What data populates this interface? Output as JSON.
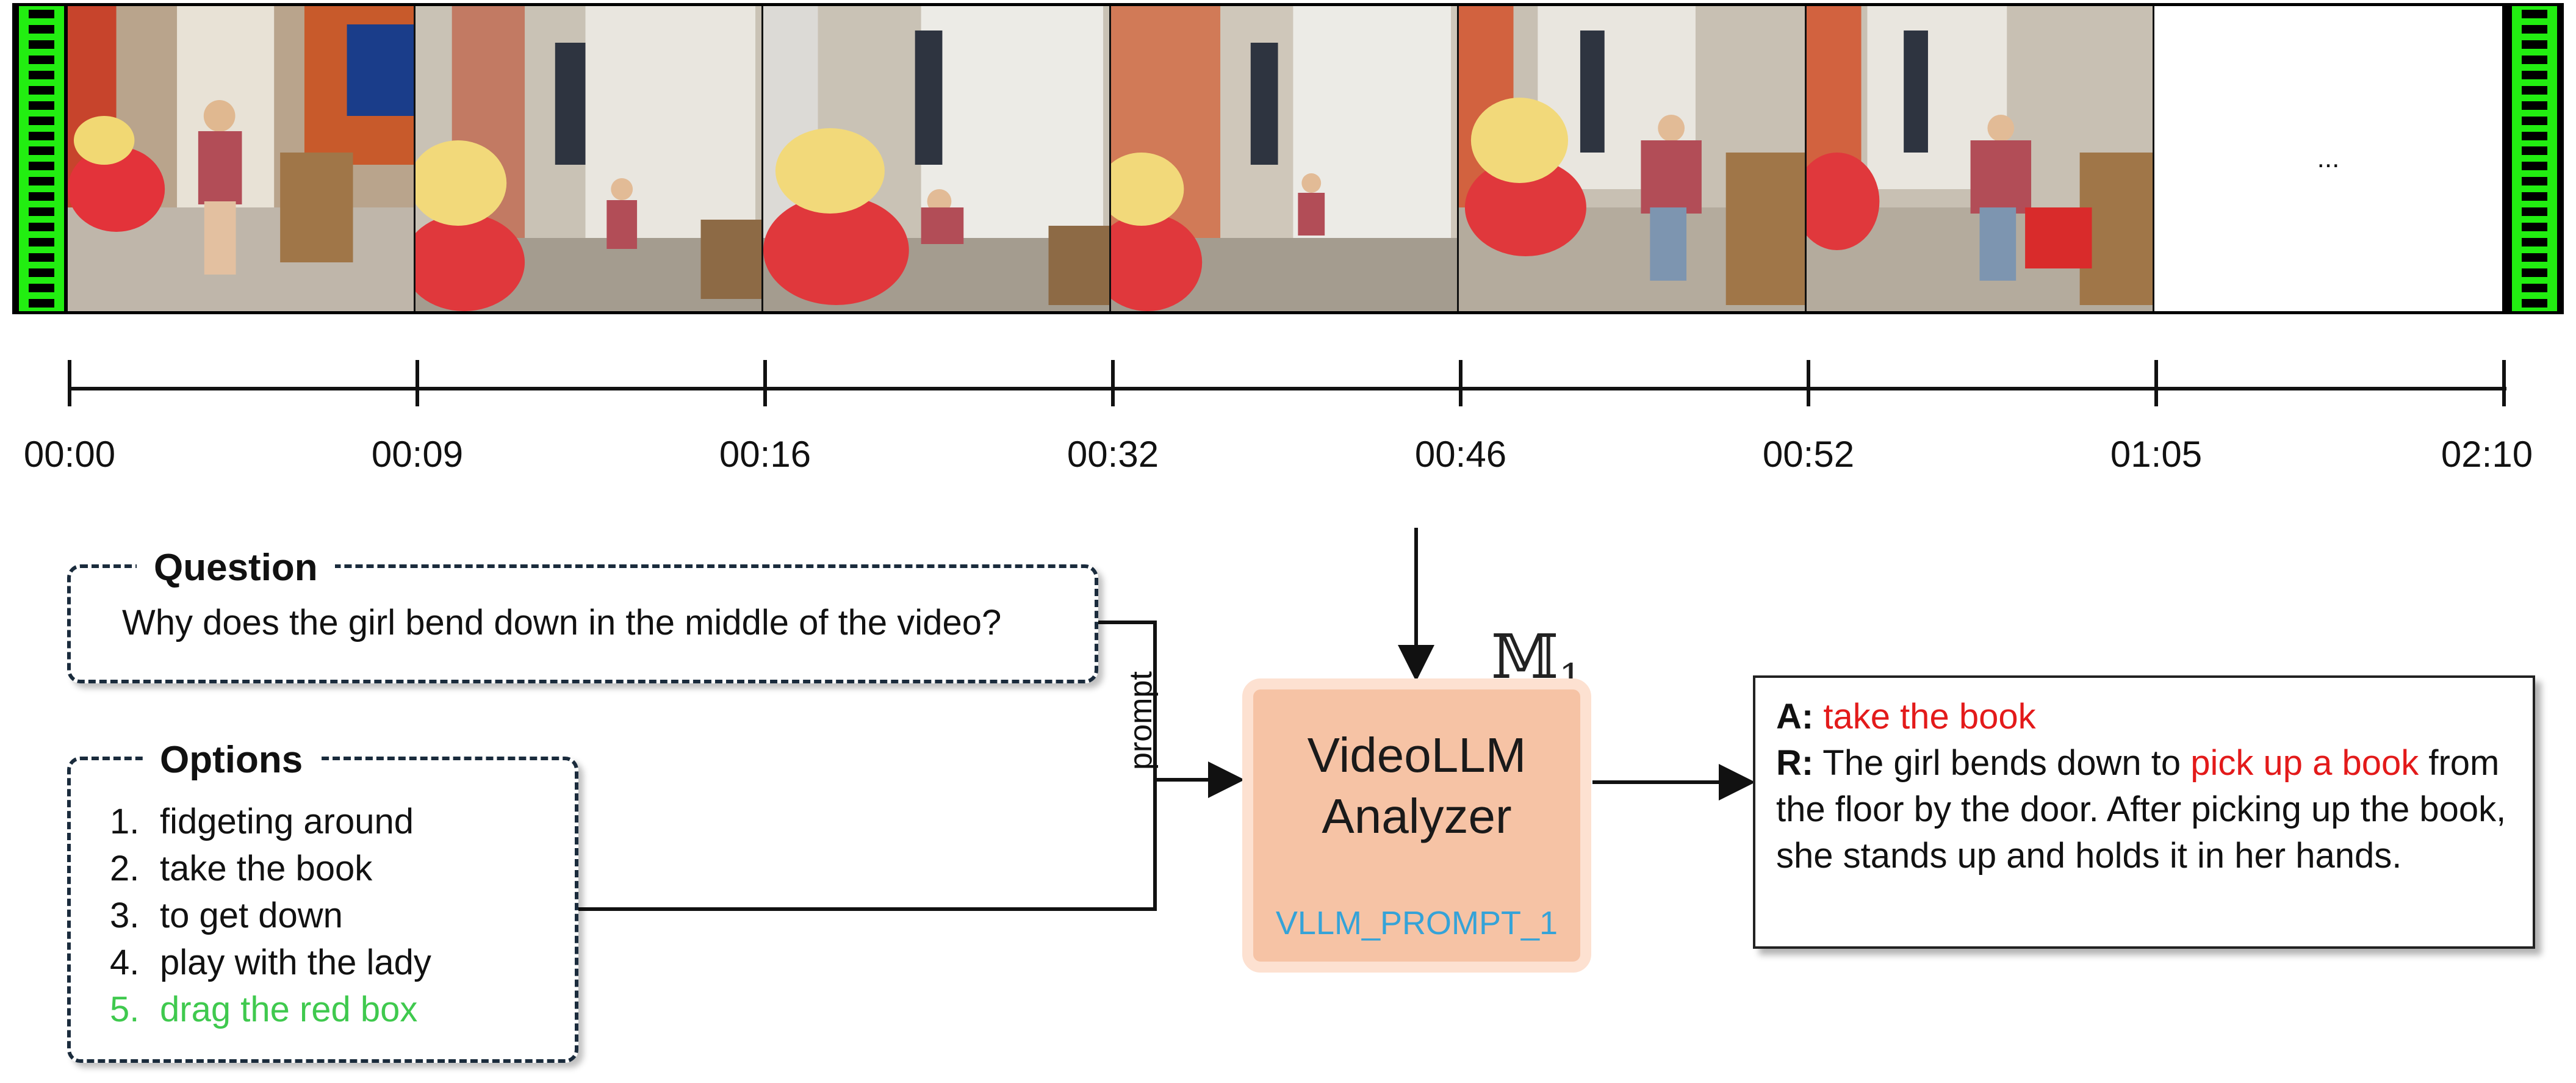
{
  "film_strip": {
    "frames": [
      "frame-1",
      "frame-2",
      "frame-3",
      "frame-4",
      "frame-5",
      "frame-6"
    ],
    "ellipsis": "..."
  },
  "timeline": {
    "ticks": [
      "00:00",
      "00:09",
      "00:16",
      "00:32",
      "00:46",
      "00:52",
      "01:05",
      "02:10"
    ]
  },
  "question": {
    "title": "Question",
    "text": "Why does the girl bend down in the middle of the video?"
  },
  "options": {
    "title": "Options",
    "items": [
      {
        "num": "1.",
        "text": "fidgeting around"
      },
      {
        "num": "2.",
        "text": "take the book"
      },
      {
        "num": "3.",
        "text": "to get down"
      },
      {
        "num": "4.",
        "text": "play with the lady"
      },
      {
        "num": "5.",
        "text": "drag the red box"
      }
    ],
    "correct_color": "#3fc94e"
  },
  "arrow_label": "prompt",
  "analyzer": {
    "line1": "VideoLLM",
    "line2": "Analyzer",
    "prompt_name": "VLLM_PROMPT_1",
    "model_symbol": "𝕄",
    "model_subscript": "1",
    "fill_color": "#f6c3a5"
  },
  "answer": {
    "a_label": "A:",
    "a_text": "take the book",
    "r_label": "R:",
    "r_pre": "The girl bends down to ",
    "r_highlight": "pick up a book",
    "r_post": "from the floor by the door. After picking up the book, she stands up and holds it in her hands.",
    "highlight_color": "#e31a1a"
  }
}
